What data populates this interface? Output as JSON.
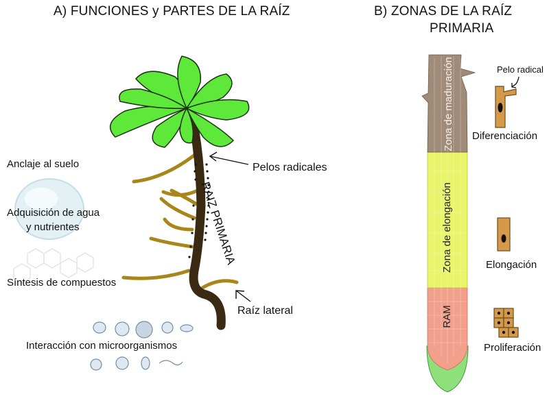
{
  "panel_a": {
    "title": "A)  FUNCIONES y PARTES DE LA RAÍZ",
    "functions": [
      "Anclaje al suelo",
      "Adquisición de agua",
      "y nutrientes",
      "Síntesis de compuestos",
      "Interacción con microorganismos"
    ],
    "labels": {
      "root_hairs": "Pelos radicales",
      "primary_root": "RAIZ PRIMARIA",
      "lateral_root": "Raíz lateral"
    }
  },
  "panel_b": {
    "title_line1": "B)  ZONAS DE LA RAÍZ",
    "title_line2": "PRIMARIA",
    "zones": {
      "maturation": "Zona de maduración",
      "elongation": "Zona de elongación",
      "ram": "RAM"
    },
    "cells": {
      "root_hair": "Pelo radical",
      "differentiation": "Diferenciación",
      "elongation": "Elongación",
      "proliferation": "Proliferación"
    },
    "colors": {
      "maturation": "#a08a78",
      "elongation": "#e8f56a",
      "ram": "#f2a08c",
      "cap": "#8fe07a",
      "cell": "#d49a4a",
      "leaf": "#5ee83a",
      "root": "#3a2a14",
      "lateral": "#a8861a"
    }
  }
}
